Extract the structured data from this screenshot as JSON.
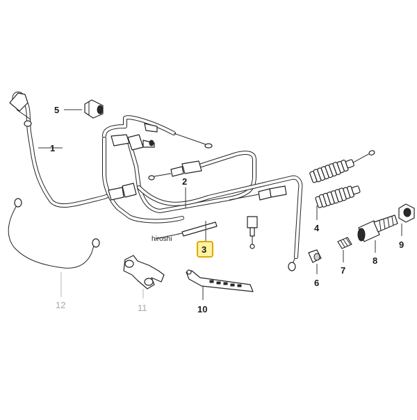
{
  "diagram": {
    "watermark": "hiroshi",
    "callouts": [
      {
        "id": "1",
        "label": "1"
      },
      {
        "id": "2",
        "label": "2"
      },
      {
        "id": "3",
        "label": "3",
        "highlighted": true
      },
      {
        "id": "4",
        "label": "4"
      },
      {
        "id": "5",
        "label": "5"
      },
      {
        "id": "6",
        "label": "6"
      },
      {
        "id": "7",
        "label": "7"
      },
      {
        "id": "8",
        "label": "8"
      },
      {
        "id": "9",
        "label": "9"
      },
      {
        "id": "10",
        "label": "10"
      },
      {
        "id": "11",
        "label": "11",
        "faded": true
      },
      {
        "id": "12",
        "label": "12",
        "faded": true
      }
    ],
    "colors": {
      "line": "#222222",
      "faded": "#a8a8a8",
      "highlight_fill": "#fff3a0",
      "highlight_border": "#e0a800"
    }
  }
}
